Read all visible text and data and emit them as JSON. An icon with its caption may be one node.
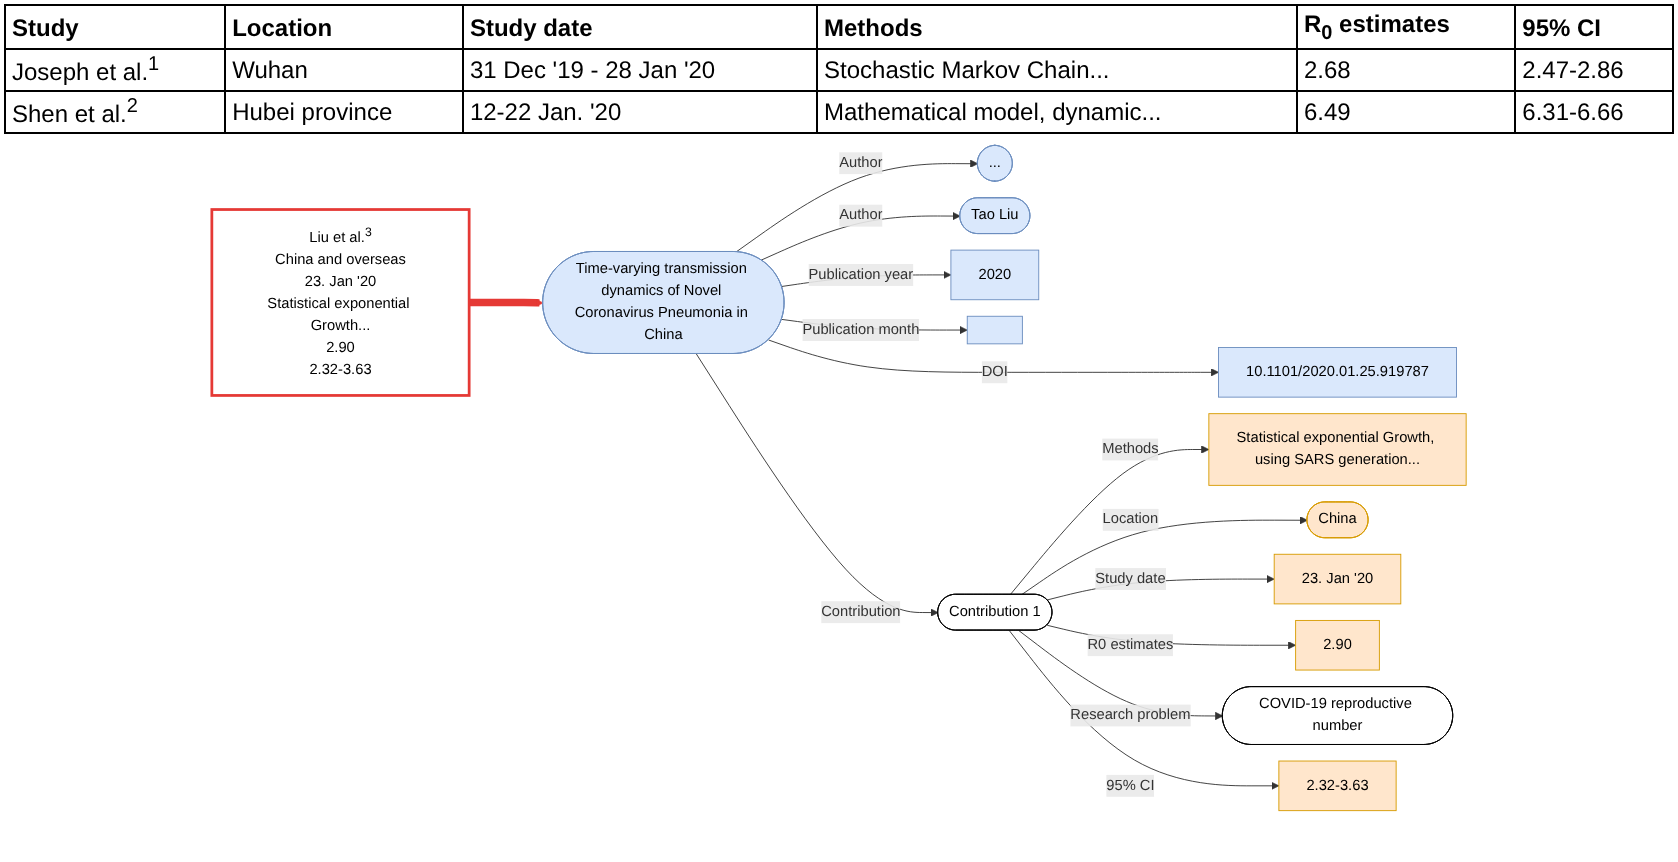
{
  "diagram": {
    "nodes": [
      {
        "text": [
          "Liu et al.$^{3}$",
          "China and overseas",
          "23. Jan '20",
          "Statistical exponential Growth...",
          "2.90",
          "2.32-3.63"
        ]
      },
      {
        "text": [
          "..."
        ]
      },
      {
        "text": [
          "Tao Liu"
        ]
      },
      {
        "text": [
          "2020"
        ]
      },
      {
        "text": [
          "Time-varying transmission dynamics of Novel Coronavirus Pneumonia in China"
        ]
      },
      {
        "text": [
          "Statistical exponential Growth, using SARS generation..."
        ]
      },
      {
        "text": [
          "China"
        ]
      },
      {
        "text": [],
        "shape": "box"
      },
      {
        "text": [
          "Contribution 1"
        ]
      },
      {
        "text": [
          "23. Jan '20"
        ]
      },
      {
        "text": [
          "2.90"
        ]
      },
      {
        "text": [
          "10.1101/2020.01.25.919787"
        ]
      },
      {
        "text": [
          "COVID-19 reproductive number"
        ]
      },
      {
        "text": [
          "2.32-3.63"
        ]
      }
    ],
    "edges": [
      {
        "from": 0,
        "to": 4,
        "arrow": "to",
        "style": "thick",
        "color": "#e53935"
      },
      {
        "from": 4,
        "to": 1,
        "arrow": "to",
        "label": "Author"
      },
      {
        "from": 4,
        "to": 2,
        "arrow": "to",
        "label": "Author"
      },
      {
        "from": 4,
        "to": 3,
        "arrow": "to",
        "label": "Publication year"
      },
      {
        "from": 4,
        "to": 7,
        "arrow": "to",
        "label": "Publication month"
      },
      {
        "from": 4,
        "to": 11,
        "arrow": "to",
        "label": "DOI"
      },
      {
        "from": 4,
        "to": 8,
        "arrow": "to",
        "label": "Contribution"
      },
      {
        "from": 8,
        "to": 5,
        "arrow": "to",
        "label": "Methods"
      },
      {
        "from": 8,
        "to": 6,
        "arrow": "to",
        "label": "Location"
      },
      {
        "from": 8,
        "to": 9,
        "arrow": "to",
        "label": "Study date"
      },
      {
        "from": 8,
        "to": 10,
        "arrow": "to",
        "label": "R0 estimates"
      },
      {
        "from": 8,
        "to": 12,
        "arrow": "to",
        "label": "Research problem"
      },
      {
        "from": 8,
        "to": 13,
        "arrow": "to",
        "label": "95% CI"
      }
    ],
    "labels": [
      "Study",
      "Location",
      "Study date",
      "Methods",
      "R$_{0}$ estimates",
      "95% CI",
      "Joseph et al.$^{1}$",
      "Wuhan",
      "31 Dec '19 - 28 Jan '20",
      "Stochastic Markov Chain...",
      "2.68",
      "2.47-2.86",
      "Shen et al.$^{2}$",
      "Hubei province",
      "12-22 Jan. '20",
      "Mathematical model, dynamic...",
      "6.49",
      "6.31-6.66"
    ]
  }
}
